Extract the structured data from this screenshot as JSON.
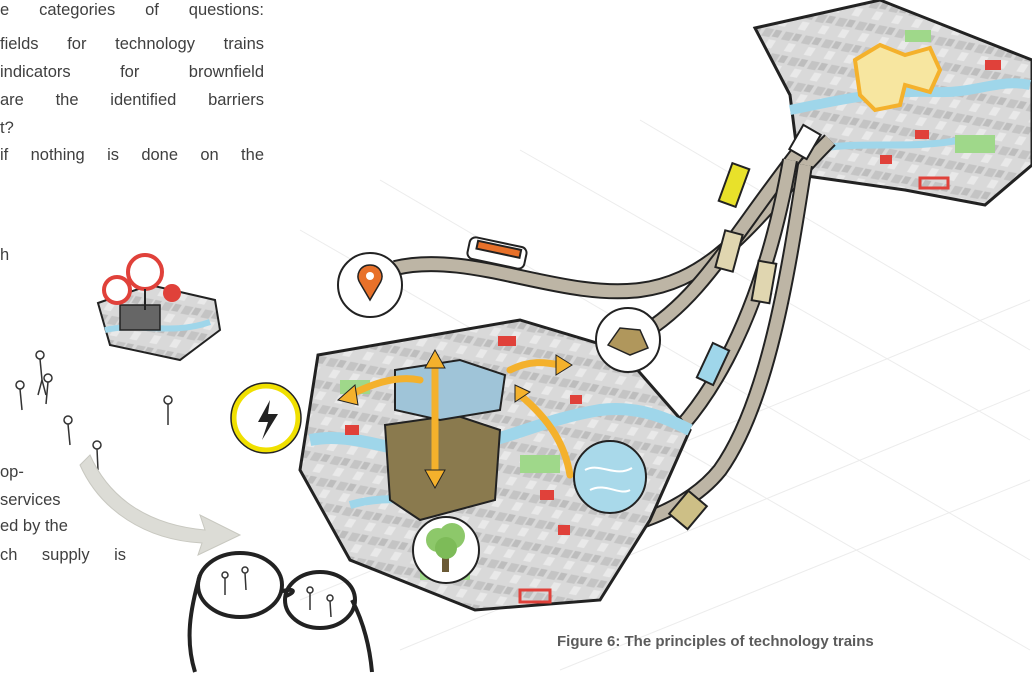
{
  "text": {
    "line1": "e categories of questions:",
    "line2": "fields for technology trains",
    "line3": "indicators for brownfield",
    "line4": "are the identified barriers",
    "line5": "t?",
    "line6": "if nothing is done on the",
    "line7": "",
    "line8": "",
    "line9": "h",
    "line10": "op-",
    "line11": "services",
    "line12": "ed by the",
    "line13": "ch supply is"
  },
  "figure": {
    "caption": "Figure 6: The principles of technology trains",
    "colors": {
      "map_gray": "#cfcfcf",
      "map_light": "#e6e6e6",
      "water": "#9fd6ea",
      "green": "#9fd88a",
      "red": "#e0413a",
      "arrow": "#f4b12c",
      "track": "#bdb5a5",
      "outline": "#222222",
      "bolt": "#f0e000",
      "pin": "#e8712a"
    },
    "icons": [
      "location-pin-icon",
      "lightning-icon",
      "tree-icon",
      "water-icon",
      "soil-icon",
      "warning-signs-icon",
      "glasses-icon"
    ]
  }
}
